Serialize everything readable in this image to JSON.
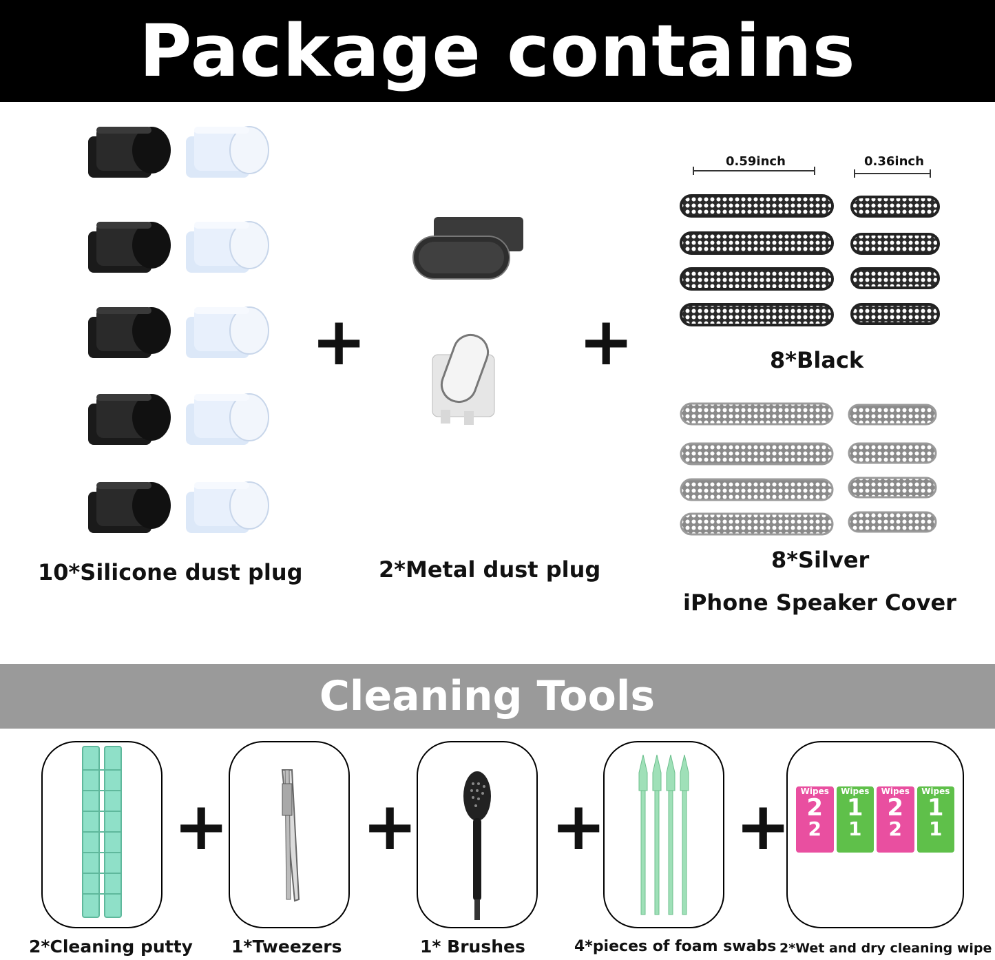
{
  "header": {
    "title": "Package contains"
  },
  "silicone": {
    "label": "10*Silicone dust plug"
  },
  "metal": {
    "label": "2*Metal dust plug"
  },
  "speaker": {
    "dim_large": "0.59inch",
    "dim_small": "0.36inch",
    "black_label": "8*Black",
    "silver_label": "8*Silver",
    "cover_label": "iPhone Speaker Cover"
  },
  "plus_sign": "+",
  "cleaning": {
    "title": "Cleaning Tools",
    "tools": [
      {
        "label": "2*Cleaning putty"
      },
      {
        "label": "1*Tweezers"
      },
      {
        "label": "1* Brushes"
      },
      {
        "label": "4*pieces of foam swabs"
      },
      {
        "label": "2*Wet and dry cleaning wipe"
      }
    ],
    "wipes": [
      {
        "brand": "Wipes",
        "number": "2"
      },
      {
        "brand": "Wipes",
        "number": "1"
      },
      {
        "brand": "Wipes",
        "number": "2"
      },
      {
        "brand": "Wipes",
        "number": "1"
      }
    ]
  },
  "colors": {
    "banner_top": "#000000",
    "banner_mid": "#9a9a9a",
    "putty": "#8fe0c8",
    "swab": "#9fe0b8",
    "wipe_pink": "#e94fa0",
    "wipe_green": "#5fc04a"
  }
}
